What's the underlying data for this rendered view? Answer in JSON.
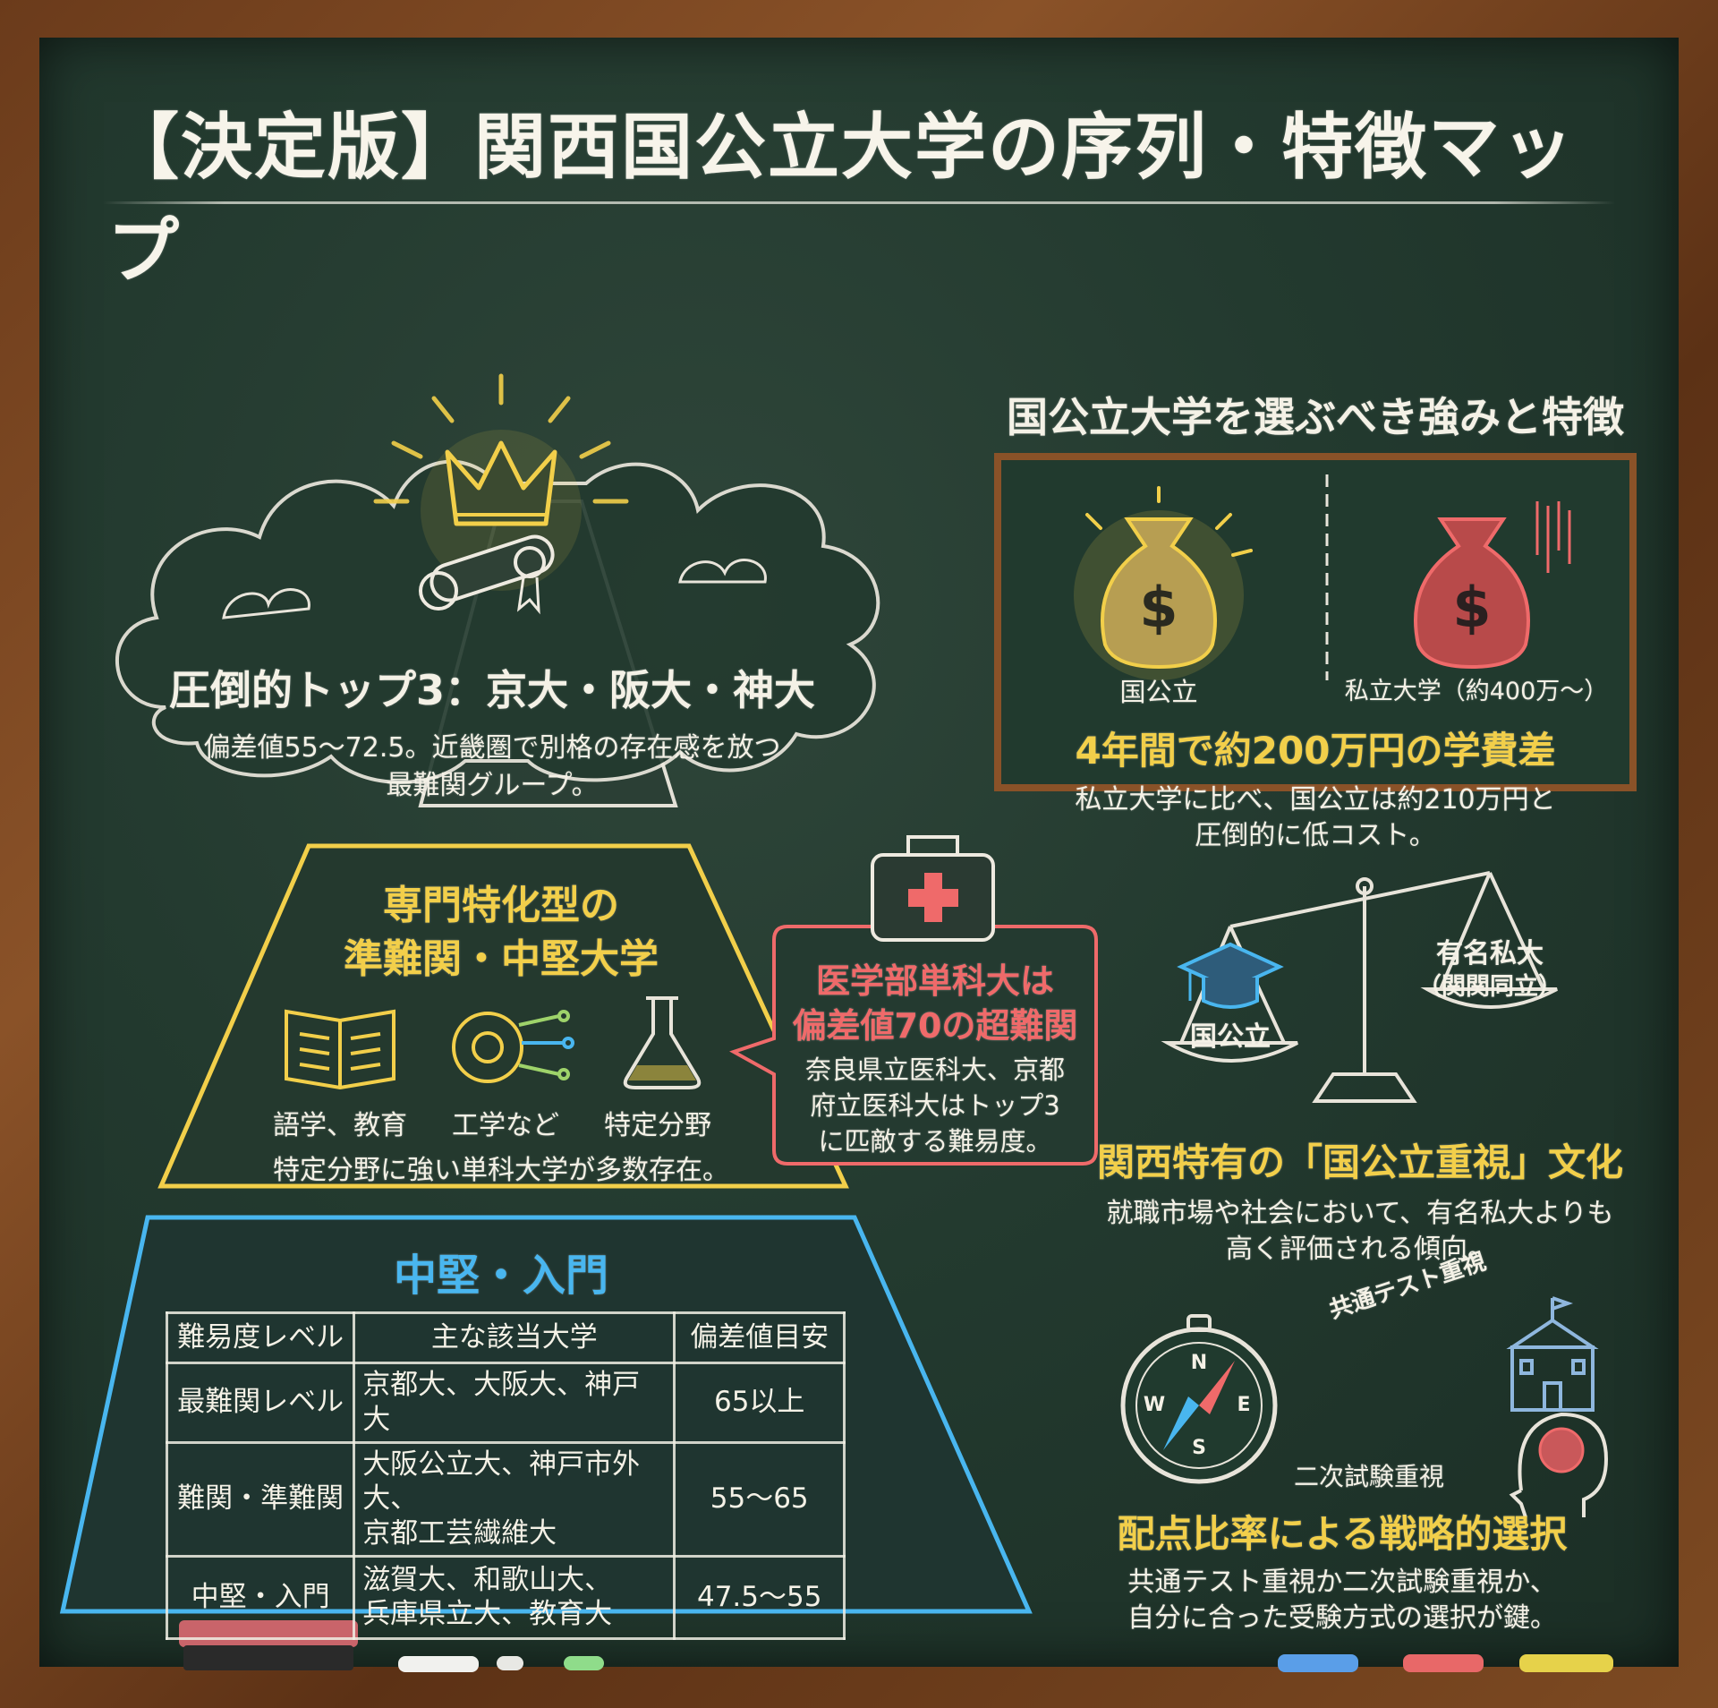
{
  "title": "【決定版】関西国公立大学の序列・特徴マップ",
  "pyramid": {
    "top": {
      "heading": "圧倒的トップ3：京大・阪大・神大",
      "desc_line1": "偏差値55〜72.5。近畿圏で別格の存在感を放つ",
      "desc_line2": "最難関グループ。"
    },
    "middle": {
      "heading_line1": "専門特化型の",
      "heading_line2": "準難関・中堅大学",
      "icons": [
        {
          "icon": "book-icon",
          "label": "語学、教育"
        },
        {
          "icon": "gear-circuit-icon",
          "label": "工学など"
        },
        {
          "icon": "flask-icon",
          "label": "特定分野"
        }
      ],
      "desc": "特定分野に強い単科大学が多数存在。"
    },
    "bottom": {
      "heading": "中堅・入門",
      "table": {
        "headers": [
          "難易度レベル",
          "主な該当大学",
          "偏差値目安"
        ],
        "rows": [
          {
            "level": "最難関レベル",
            "univ_line1": "京都大、大阪大、神戸大",
            "univ_line2": "",
            "score": "65以上"
          },
          {
            "level": "難関・準難関",
            "univ_line1": "大阪公立大、神戸市外大、",
            "univ_line2": "京都工芸繊維大",
            "score": "55〜65"
          },
          {
            "level": "中堅・入門",
            "univ_line1": "滋賀大、和歌山大、",
            "univ_line2": "兵庫県立大、教育大",
            "score": "47.5〜55"
          }
        ]
      }
    }
  },
  "medical": {
    "heading_line1": "医学部単科大は",
    "heading_line2": "偏差値70の超難関",
    "desc_line1": "奈良県立医科大、京都",
    "desc_line2": "府立医科大はトップ3",
    "desc_line3": "に匹敵する難易度。"
  },
  "strengths": {
    "heading": "国公立大学を選ぶべき強みと特徴",
    "cost": {
      "left_label": "国公立",
      "right_label": "私立大学（約400万〜）",
      "heading": "4年間で約200万円の学費差",
      "desc_line1": "私立大学に比べ、国公立は約210万円と",
      "desc_line2": "圧倒的に低コスト。"
    },
    "culture": {
      "left_label": "国公立",
      "right_label_line1": "有名私大",
      "right_label_line2": "（関関同立）",
      "heading": "関西特有の「国公立重視」文化",
      "desc_line1": "就職市場や社会において、有名私大よりも",
      "desc_line2": "高く評価される傾向。"
    },
    "strategy": {
      "label_common": "共通テスト重視",
      "label_second": "二次試験重視",
      "compass_n": "N",
      "compass_e": "E",
      "compass_s": "S",
      "compass_w": "W",
      "heading": "配点比率による戦略的選択",
      "desc_line1": "共通テスト重視か二次試験重視か、",
      "desc_line2": "自分に合った受験方式の選択が鍵。"
    }
  },
  "colors": {
    "board": "#233a2f",
    "frame": "#7d4a22",
    "chalk_white": "#f4f1e6",
    "chalk_yellow": "#f2cf4a",
    "chalk_blue": "#49b6ef",
    "chalk_red": "#ef6a6a"
  }
}
